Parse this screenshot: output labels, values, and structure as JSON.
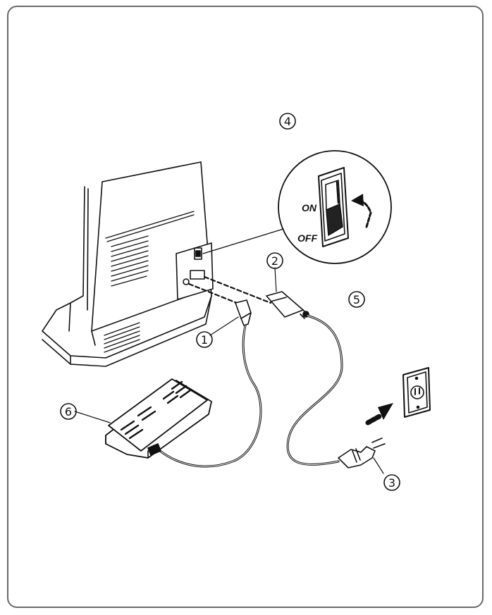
{
  "diagram": {
    "callouts": {
      "c1": "1",
      "c2": "2",
      "c3": "3",
      "c4": "4",
      "c5": "5",
      "c6": "6"
    },
    "switch_labels": {
      "on": "ON",
      "off": "OFF"
    },
    "colors": {
      "frame": "#6a6a6a",
      "line": "#111111",
      "fill": "#ffffff"
    }
  }
}
